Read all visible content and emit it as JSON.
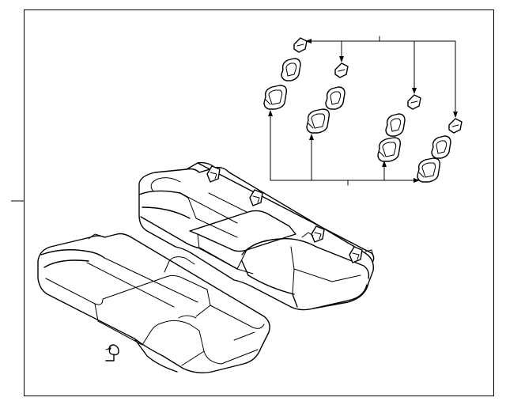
{
  "diagram": {
    "components": [
      "rear-seat-cushion",
      "rear-seat-back",
      "headrest-guide-set",
      "hook-clip"
    ],
    "guide_count": 8,
    "cover_count": 4
  }
}
